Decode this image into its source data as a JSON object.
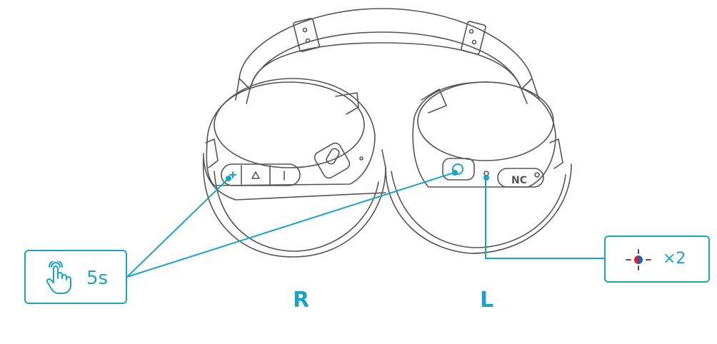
{
  "callouts": {
    "hold_duration": "5s",
    "led_blink": "×2"
  },
  "sides": {
    "right": "R",
    "left": "L"
  },
  "buttons": {
    "nc_label": "NC"
  },
  "colors": {
    "accent": "#1aa3c6",
    "line": "#555555",
    "led_red": "#e02020",
    "led_blue": "#1f5fbf"
  },
  "icons": [
    "hand-press-icon",
    "led-blink-icon",
    "play-triangle-icon",
    "plus-icon"
  ]
}
